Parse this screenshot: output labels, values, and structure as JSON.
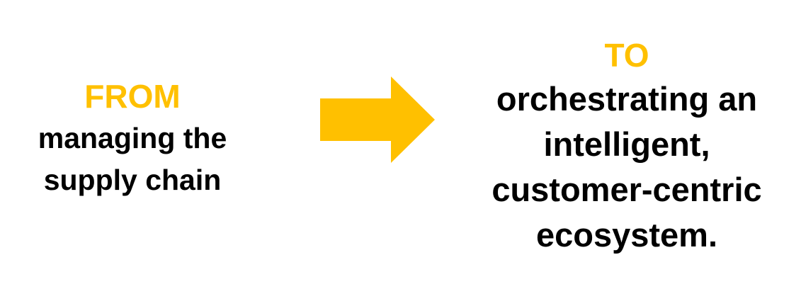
{
  "from": {
    "label": "FROM",
    "lines": [
      "managing the",
      "supply chain"
    ]
  },
  "to": {
    "label": "TO",
    "lines": [
      "orchestrating an",
      "intelligent,",
      "customer-centric",
      "ecosystem."
    ]
  },
  "colors": {
    "accent": "#FFC000",
    "text": "#000000",
    "background": "#FFFFFF"
  },
  "icons": {
    "arrow": "arrow-right-icon"
  }
}
